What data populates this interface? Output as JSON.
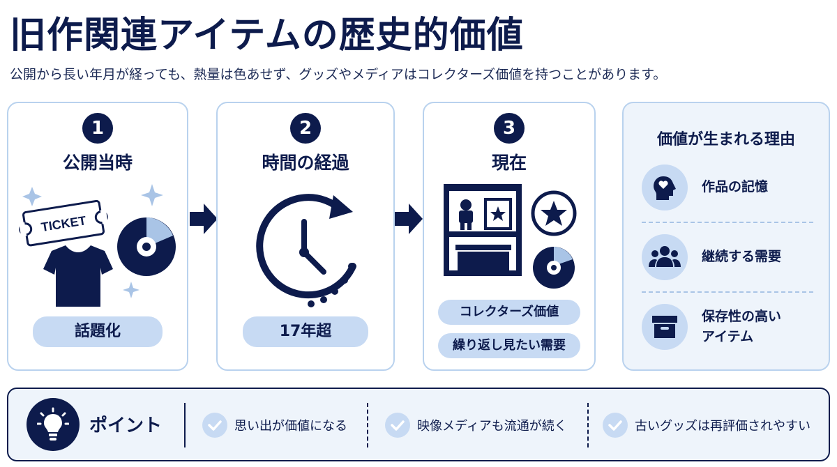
{
  "header": {
    "title": "旧作関連アイテムの歴史的価値",
    "subtitle": "公開から長い年月が経っても、熱量は色あせず、グッズやメディアはコレクターズ価値を持つことがあります。"
  },
  "steps": [
    {
      "number": "1",
      "title": "公開当時",
      "ticket_text": "TICKET",
      "pill": "話題化"
    },
    {
      "number": "2",
      "title": "時間の経過",
      "pill": "17年超"
    },
    {
      "number": "3",
      "title": "現在",
      "pills": [
        "コレクターズ価値",
        "繰り返し見たい需要"
      ]
    }
  ],
  "reasons": {
    "title": "価値が生まれる理由",
    "items": [
      {
        "label": "作品の記憶",
        "icon": "head-heart-icon"
      },
      {
        "label": "継続する需要",
        "icon": "people-group-icon"
      },
      {
        "label": "保存性の高い\nアイテム",
        "icon": "storage-box-icon"
      }
    ]
  },
  "point": {
    "label": "ポイント",
    "items": [
      "思い出が価値になる",
      "映像メディアも流通が続く",
      "古いグッズは再評価されやすい"
    ]
  },
  "colors": {
    "navy": "#0d1b4c",
    "light_blue": "#c7daf3",
    "border_blue": "#b9d2ee",
    "panel_bg": "#eef4fb"
  }
}
